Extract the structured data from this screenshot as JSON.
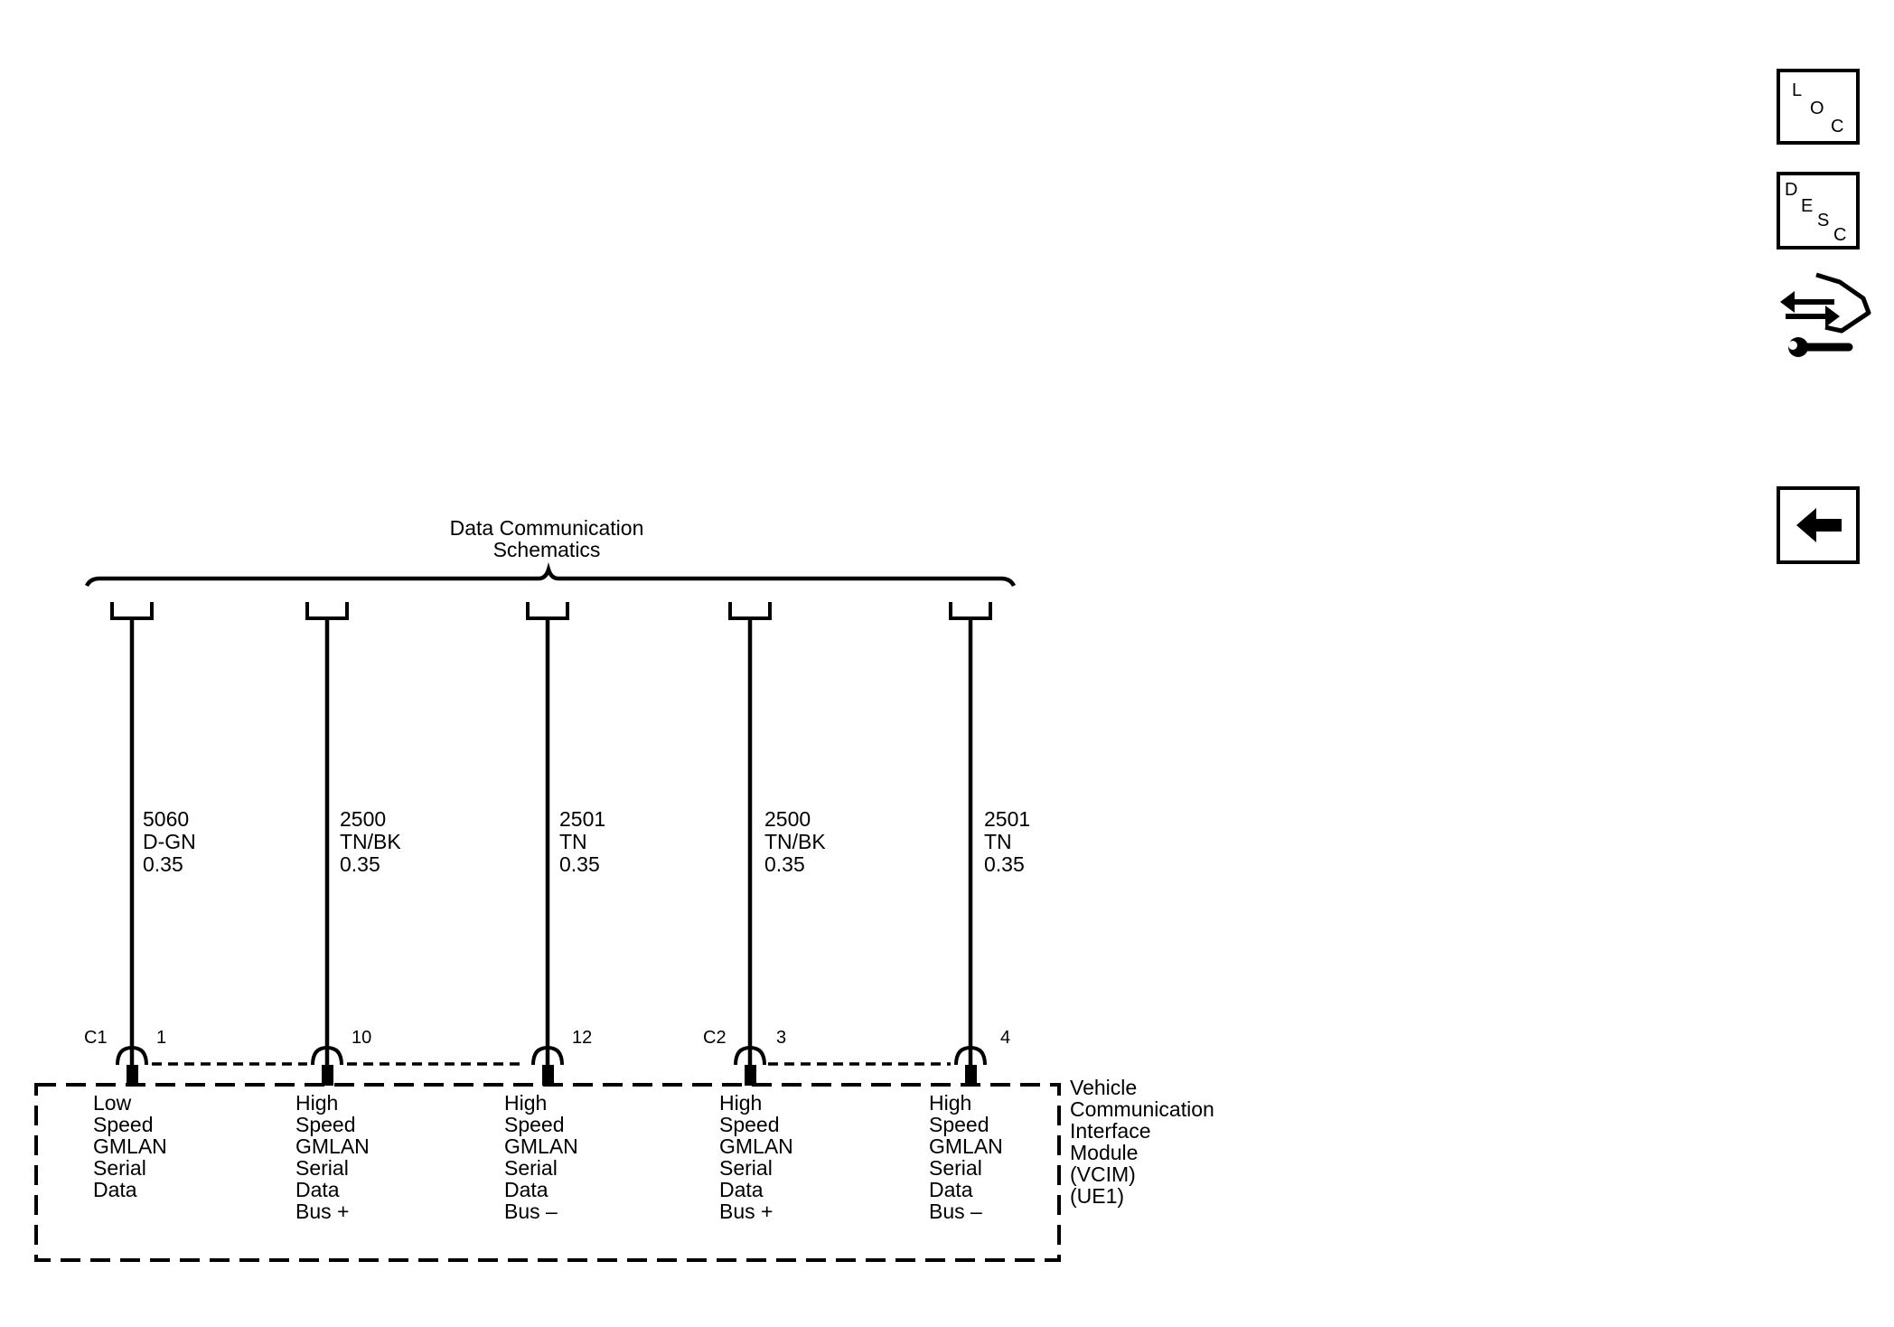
{
  "harness": {
    "title_line1": "Data Communication",
    "title_line2": "Schematics"
  },
  "wires": [
    {
      "circuit": "5060",
      "color": "D-GN",
      "gauge": "0.35",
      "pin": "1",
      "connector": "C1",
      "function": [
        "Low",
        "Speed",
        "GMLAN",
        "Serial",
        "Data"
      ]
    },
    {
      "circuit": "2500",
      "color": "TN/BK",
      "gauge": "0.35",
      "pin": "10",
      "connector": "",
      "function": [
        "High",
        "Speed",
        "GMLAN",
        "Serial",
        "Data",
        "Bus +"
      ]
    },
    {
      "circuit": "2501",
      "color": "TN",
      "gauge": "0.35",
      "pin": "12",
      "connector": "",
      "function": [
        "High",
        "Speed",
        "GMLAN",
        "Serial",
        "Data",
        "Bus –"
      ]
    },
    {
      "circuit": "2500",
      "color": "TN/BK",
      "gauge": "0.35",
      "pin": "3",
      "connector": "C2",
      "function": [
        "High",
        "Speed",
        "GMLAN",
        "Serial",
        "Data",
        "Bus +"
      ]
    },
    {
      "circuit": "2501",
      "color": "TN",
      "gauge": "0.35",
      "pin": "4",
      "connector": "",
      "function": [
        "High",
        "Speed",
        "GMLAN",
        "Serial",
        "Data",
        "Bus –"
      ]
    }
  ],
  "module": {
    "name_lines": [
      "Vehicle",
      "Communication",
      "Interface",
      "Module",
      "(VCIM)",
      "(UE1)"
    ]
  },
  "side_buttons": {
    "loc": {
      "l1": "L",
      "l2": "O",
      "l3": "C",
      "icon": "location-icon"
    },
    "desc": {
      "l1": "D",
      "l2": "E",
      "l3": "S",
      "l4": "C",
      "icon": "description-icon"
    },
    "repair_icon": "hand-wrench-icon",
    "back_icon": "arrow-left-icon"
  }
}
